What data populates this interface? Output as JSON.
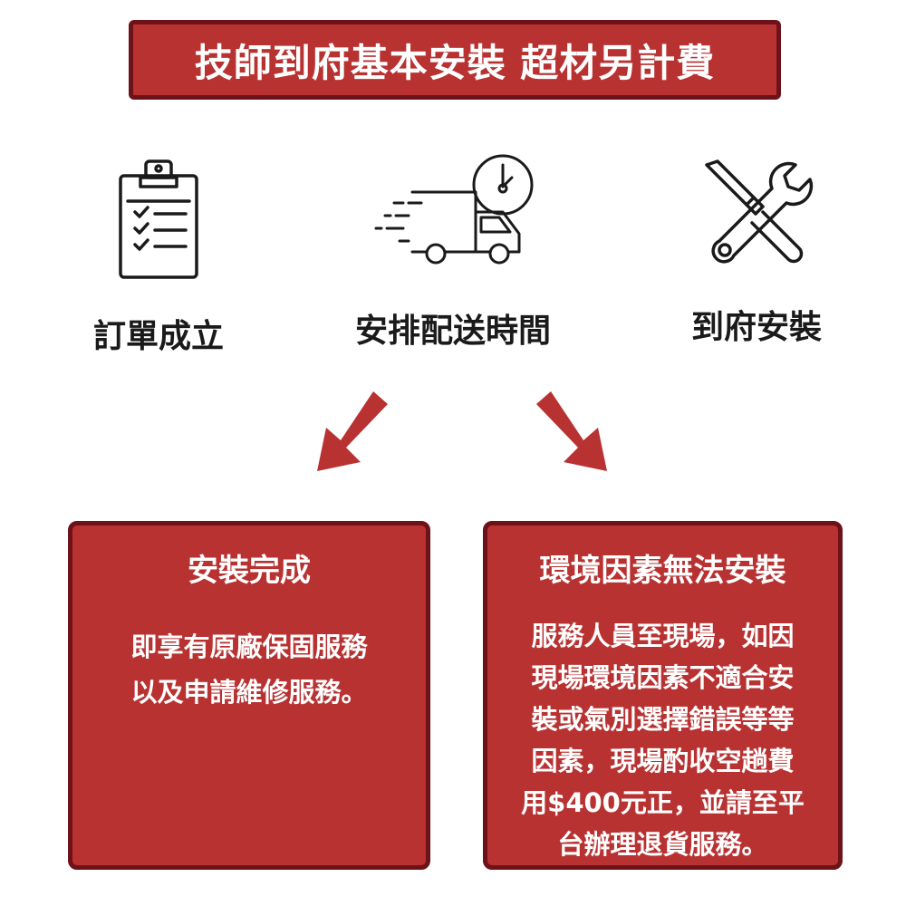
{
  "banner": {
    "title": "技師到府基本安裝  超材另計費"
  },
  "steps": [
    {
      "label": "訂單成立",
      "icon": "clipboard-checklist-icon"
    },
    {
      "label": "安排配送時間",
      "icon": "delivery-truck-clock-icon"
    },
    {
      "label": "到府安裝",
      "icon": "wrench-screwdriver-icon"
    }
  ],
  "outcomes": [
    {
      "title": "安裝完成",
      "lines": [
        "即享有原廠保固服務",
        "以及申請維修服務。"
      ]
    },
    {
      "title": "環境因素無法安裝",
      "lines": [
        "服務人員至現場，如因",
        "現場環境因素不適合安",
        "裝或氣別選擇錯誤等等",
        "因素，現場酌收空趟費",
        "用$400元正，並請至平",
        "台辦理退貨服務。"
      ]
    }
  ],
  "colors": {
    "accent": "#b83232",
    "border": "#6e1219",
    "text": "#1a1a1a"
  }
}
